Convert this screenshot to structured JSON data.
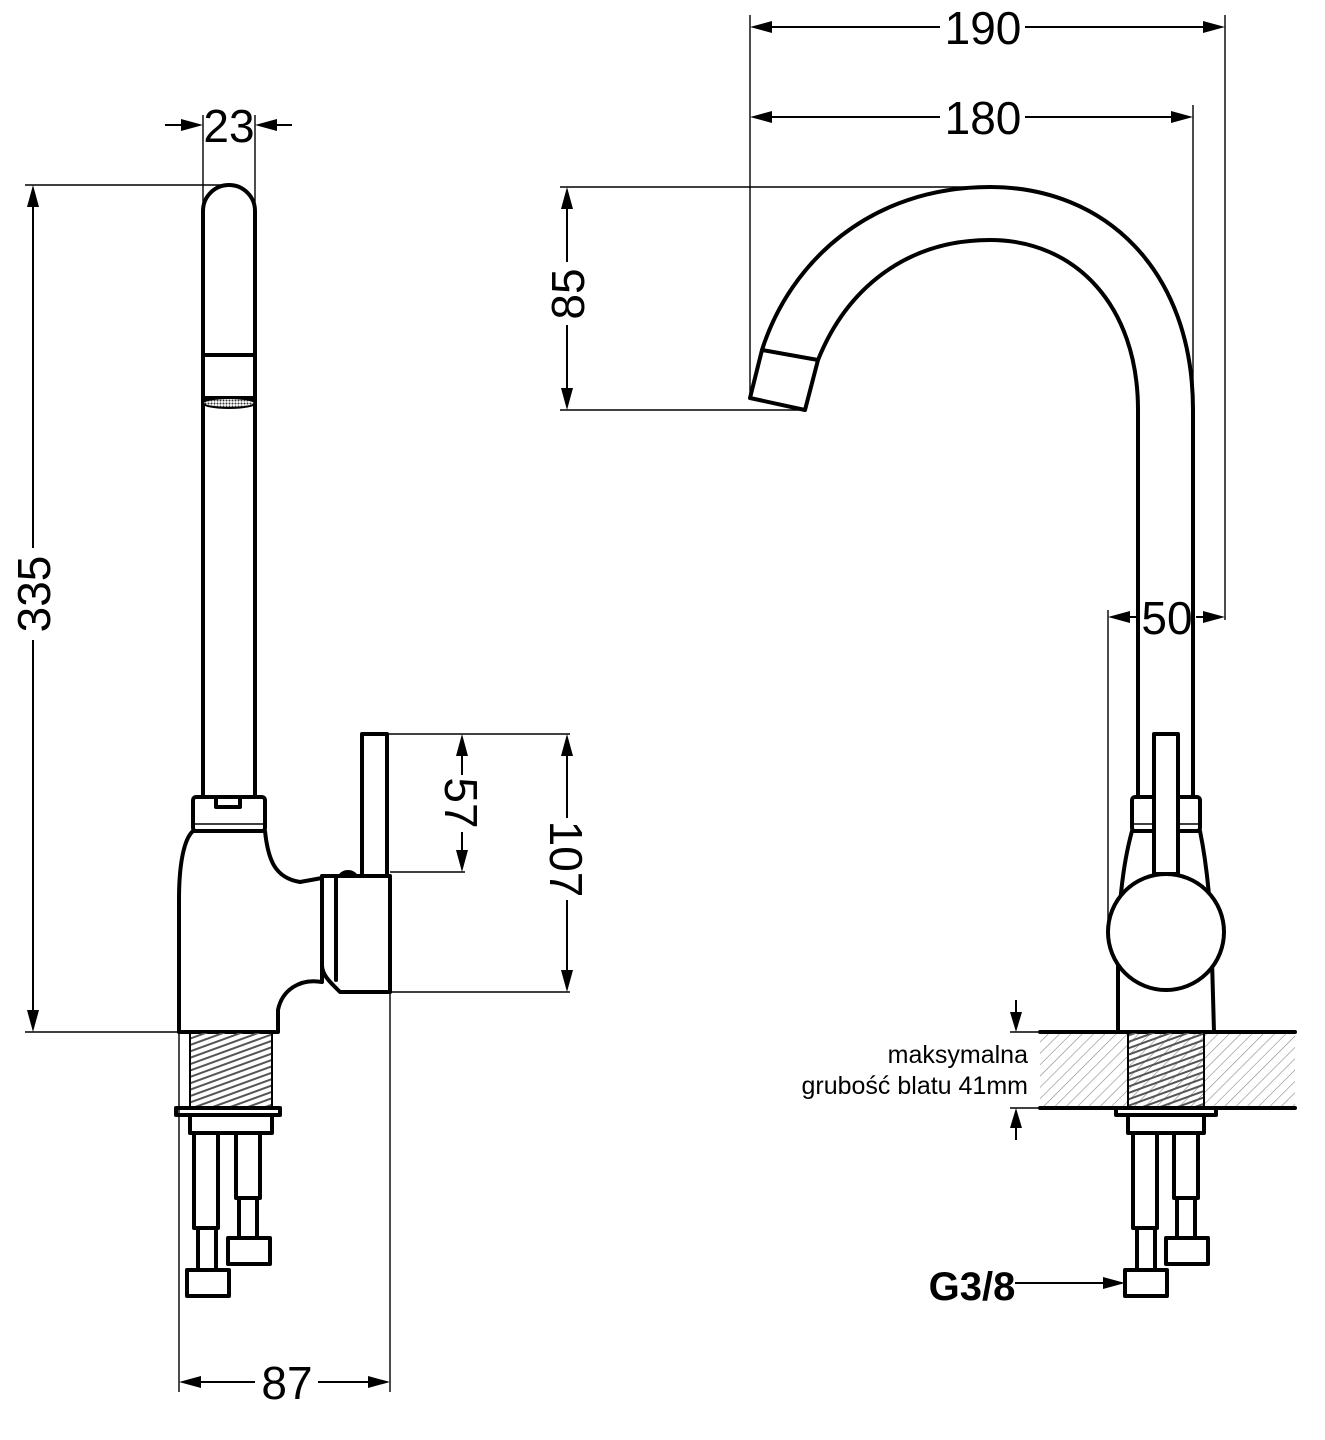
{
  "dimensions": {
    "d190": "190",
    "d180": "180",
    "d23": "23",
    "d85": "85",
    "d335": "335",
    "d57": "57",
    "d107": "107",
    "d50": "50",
    "d87": "87"
  },
  "labels": {
    "connection_thread": "G3/8",
    "countertop_note_line1": "maksymalna",
    "countertop_note_line2": "grubość blatu 41mm"
  }
}
